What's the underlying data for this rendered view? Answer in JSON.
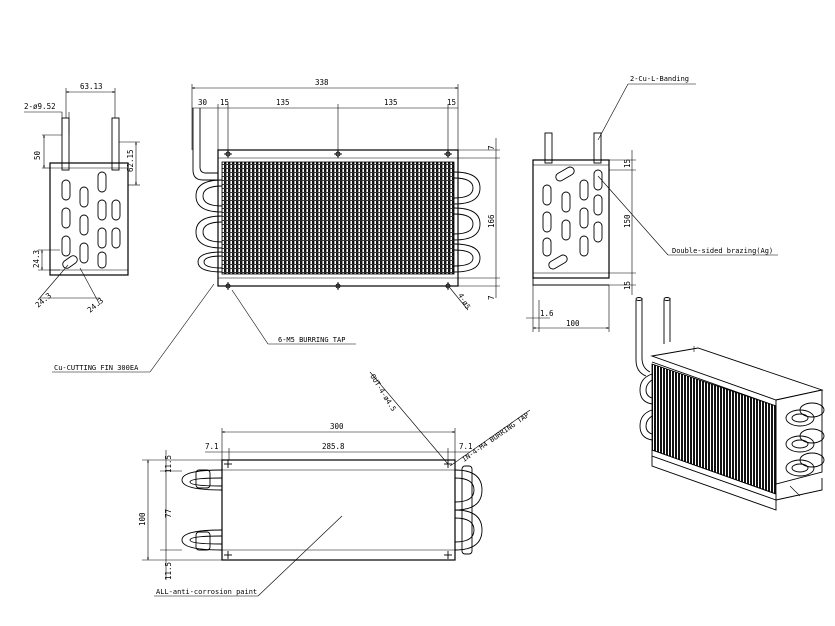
{
  "dimensions": {
    "side_width": "63.13",
    "pipe_dia": "2-ø9.52",
    "pipe_height": "50",
    "pipe_offset": "62.15",
    "bend_pitch": "24.3",
    "bend_a": "24.3",
    "bend_b": "24.3",
    "total_length": "338",
    "left_margin": "30",
    "flange_left": "15",
    "span_1": "135",
    "span_2": "135",
    "flange_right": "15",
    "top_gap": "7",
    "height": "166",
    "bottom_gap": "7",
    "right_top": "15",
    "right_height": "150",
    "right_bottom": "15",
    "bracket_small": "1.6",
    "bracket_width": "100",
    "bottom_length": "300",
    "bottom_inner": "285.8",
    "bottom_left": "7.1",
    "bottom_right": "7.1",
    "bottom_top": "11.5",
    "bottom_mid": "77",
    "bottom_total": "100",
    "bottom_low": "11.5"
  },
  "notes": {
    "banding": "2-Cu-L-Banding",
    "brazing": "Double-sided brazing(Ag)",
    "burring_tap": "6-M5 BURRING TAP",
    "fin": "Cu-CUTTING FIN 300EA",
    "hole": "4-ø5",
    "out": "OUT-4-ø4.5",
    "in": "IN-4-M4 BURRING TAP",
    "paint": "ALL-anti-corrosion paint"
  }
}
